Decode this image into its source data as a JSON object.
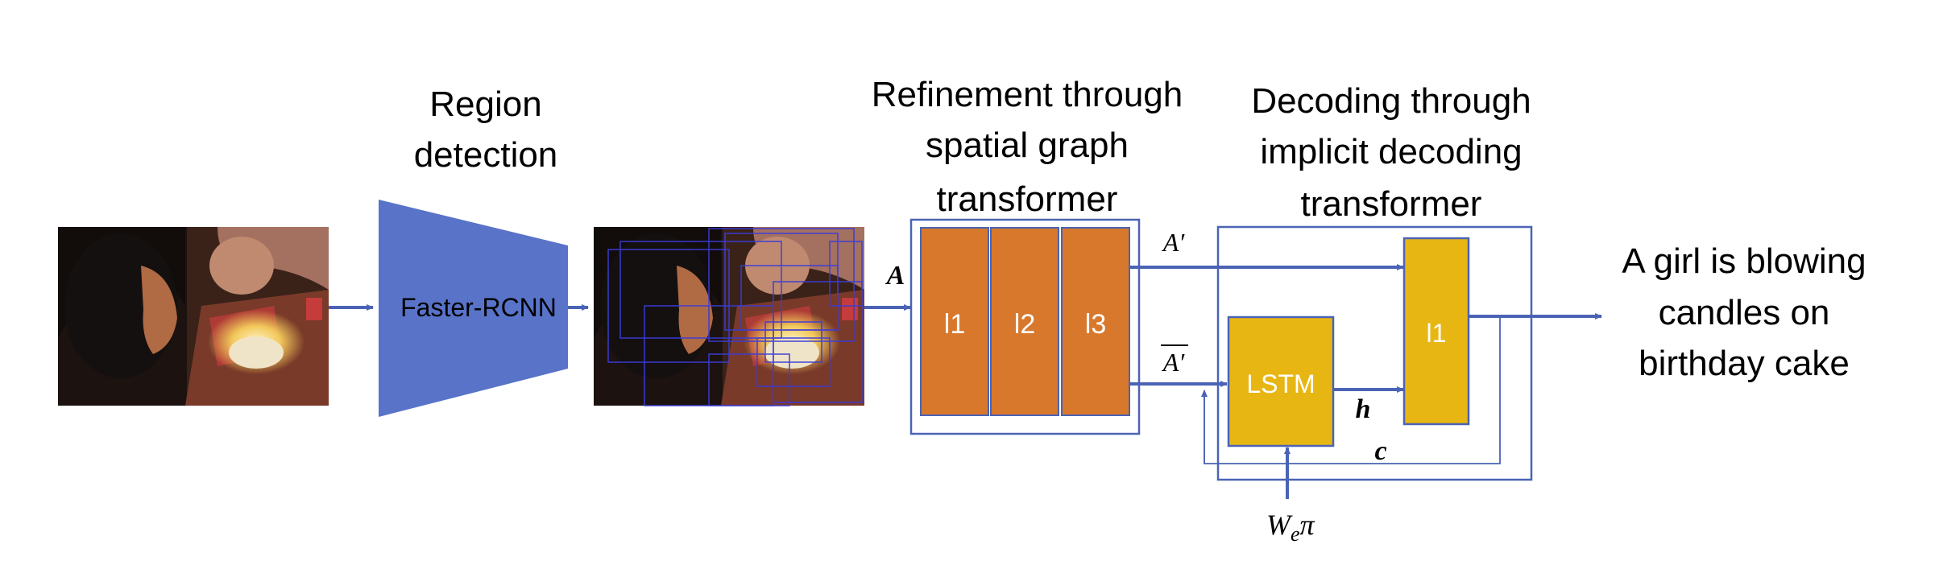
{
  "colors": {
    "funnel": "#5873c8",
    "transformer_layer": "#d8782c",
    "decoder_block": "#e8b613",
    "line": "#4a63b5",
    "photo_bg_dark": "#2a1a14"
  },
  "stages": {
    "region_detection": {
      "title_line1": "Region",
      "title_line2": "detection",
      "network_label": "Faster-RCNN"
    },
    "refinement": {
      "title_line1": "Refinement through",
      "title_line2": "spatial graph",
      "title_line3": "transformer",
      "layers": [
        "l1",
        "l2",
        "l3"
      ]
    },
    "decoding": {
      "title_line1": "Decoding through",
      "title_line2": "implicit decoding",
      "title_line3": "transformer",
      "lstm_label": "LSTM",
      "layer_label": "l1"
    }
  },
  "symbols": {
    "A": "A",
    "A_prime": "A′",
    "A_bar_prime": "A′",
    "h": "h",
    "c": "c",
    "W": "W",
    "W_sub": "e",
    "pi": "π"
  },
  "output_caption": {
    "line1": "A girl is blowing",
    "line2": "candles on",
    "line3": "birthday cake"
  },
  "icons": [
    "input-photo-icon",
    "detected-regions-photo-icon"
  ]
}
